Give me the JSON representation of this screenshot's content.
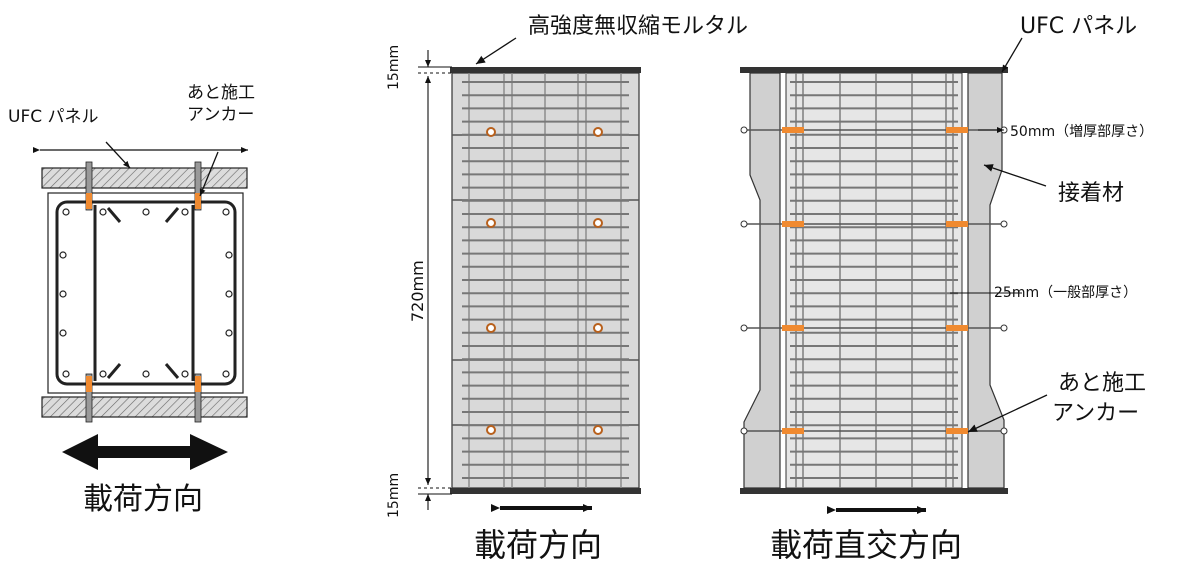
{
  "labels": {
    "mortar": "高強度無収縮モルタル",
    "ufc_panel_left": "UFC パネル",
    "ufc_panel_right": "UFC パネル",
    "anchor_left_1": "あと施工",
    "anchor_left_2": "アンカー",
    "anchor_right_1": "あと施工",
    "anchor_right_2": "アンカー",
    "thickness_thick": "50mm（増厚部厚さ）",
    "thickness_general": "25mm（一般部厚さ）",
    "adhesive": "接着材",
    "dim_top": "15mm",
    "dim_height": "720mm",
    "dim_bottom": "15mm",
    "load_dir_left": "載荷方向",
    "load_dir_mid": "載荷方向",
    "load_dir_right": "載荷直交方向"
  },
  "colors": {
    "panel_fill": "#d9d9d9",
    "anchor": "#f08a30",
    "line": "#222222",
    "hatch": "#555555"
  }
}
